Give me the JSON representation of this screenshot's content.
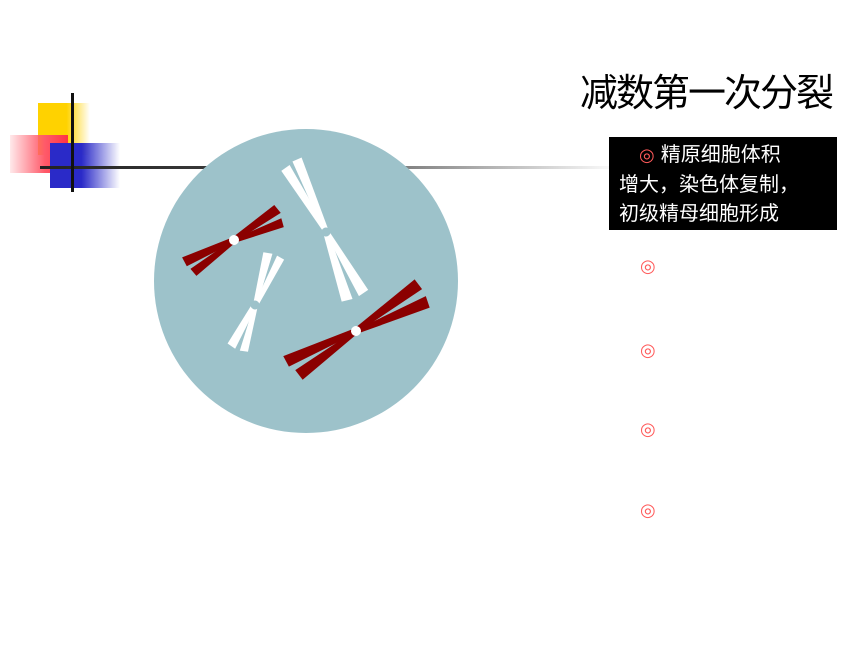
{
  "slide": {
    "title": "减数第一次分裂",
    "box_bullet": "◎",
    "box_lines": [
      "精原细胞体积",
      "增大，染色体复制，",
      "初级精母细胞形成"
    ],
    "empty_bullets": [
      "◎",
      "◎",
      "◎",
      "◎"
    ]
  },
  "colors": {
    "cell_fill": "#9dc2ca",
    "chromosome_dark": "#8b0000",
    "chromosome_light": "#ffffff",
    "bullet_color": "#ff5a5a",
    "box_bg": "#000000"
  }
}
